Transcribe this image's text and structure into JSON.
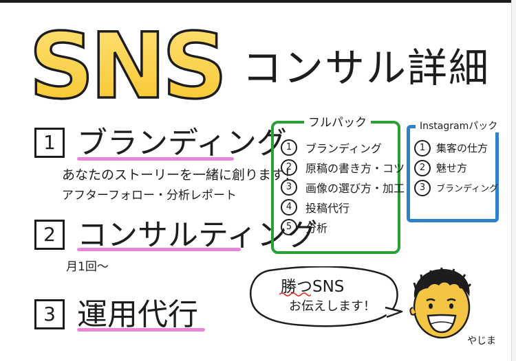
{
  "title": {
    "sns": "SNS",
    "rest": "コンサル詳細"
  },
  "items": [
    {
      "num": "1",
      "title": "ブランディング",
      "sub1": "あなたのストーリーを一緒に創ります！",
      "sub2": "アフターフォロー・分析レポート"
    },
    {
      "num": "2",
      "title": "コンサルティング",
      "sub1": "月1回〜"
    },
    {
      "num": "3",
      "title": "運用代行"
    }
  ],
  "full_pack": {
    "title": "フルパック",
    "items": [
      {
        "num": "1",
        "label": "ブランディング"
      },
      {
        "num": "2",
        "label": "原稿の書き方・コツ"
      },
      {
        "num": "3",
        "label": "画像の選び方・加工"
      },
      {
        "num": "4",
        "label": "投稿代行"
      },
      {
        "num": "5",
        "label": "分析"
      }
    ]
  },
  "instagram_pack": {
    "title": "Instagramパック",
    "items": [
      {
        "num": "1",
        "label": "集客の仕方"
      },
      {
        "num": "2",
        "label": "魅せ方"
      },
      {
        "num": "3",
        "label": "ブランディング"
      }
    ]
  },
  "bubble": {
    "line1": "勝つSNS",
    "line2": "お伝えします！"
  },
  "signature": "やじま",
  "colors": {
    "title_fill": "#f6c428",
    "title_fill_light": "#ffe27a",
    "underline": "#e96fd3",
    "green_box": "#27a035",
    "blue_box": "#2f82c9",
    "skin": "#f4c542"
  }
}
